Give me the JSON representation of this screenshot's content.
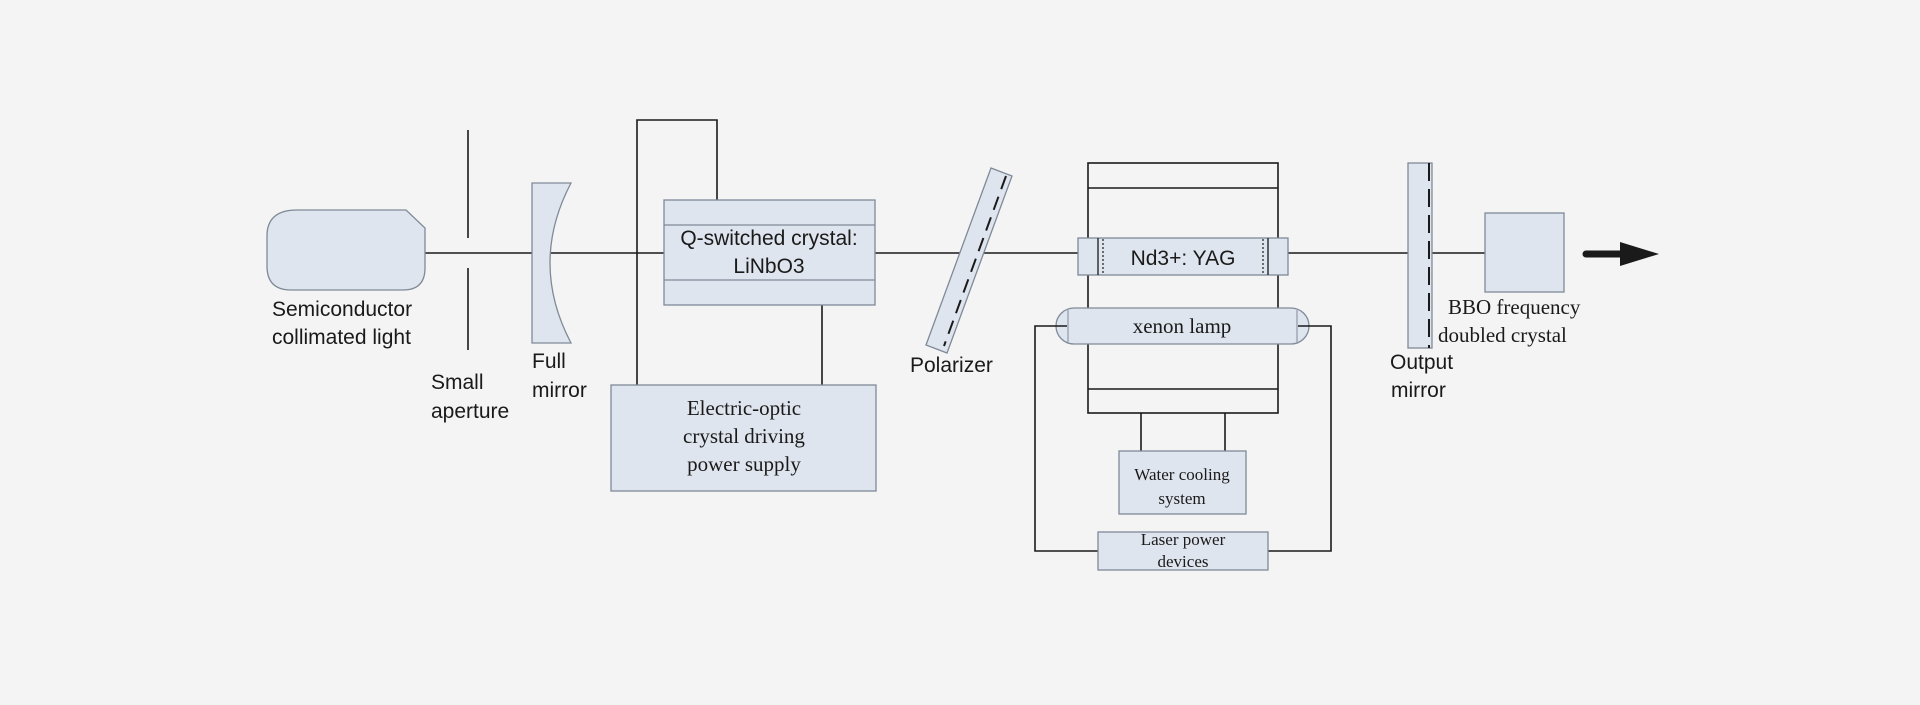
{
  "labels": {
    "source_line1": "Semiconductor",
    "source_line2": "collimated light",
    "aperture_line1": "Small",
    "aperture_line2": "aperture",
    "full_mirror_line1": "Full",
    "full_mirror_line2": "mirror",
    "qswitch_line1": "Q-switched crystal:",
    "qswitch_line2": "LiNbO3",
    "driver_line1": "Electric-optic",
    "driver_line2": "crystal driving",
    "driver_line3": "power supply",
    "polarizer": "Polarizer",
    "ndyag": "Nd3+:  YAG",
    "xenon": "xenon lamp",
    "cooling_line1": "Water cooling",
    "cooling_line2": "system",
    "power_line1": "Laser power",
    "power_line2": "devices",
    "output_line1": "Output",
    "output_line2": "mirror",
    "bbo_line1": "BBO frequency",
    "bbo_line2": "doubled crystal"
  },
  "colors": {
    "component_fill": "#dfe5ee",
    "component_stroke": "#7f8a97",
    "line": "#1a1a1a",
    "background": "#f4f4f4"
  }
}
